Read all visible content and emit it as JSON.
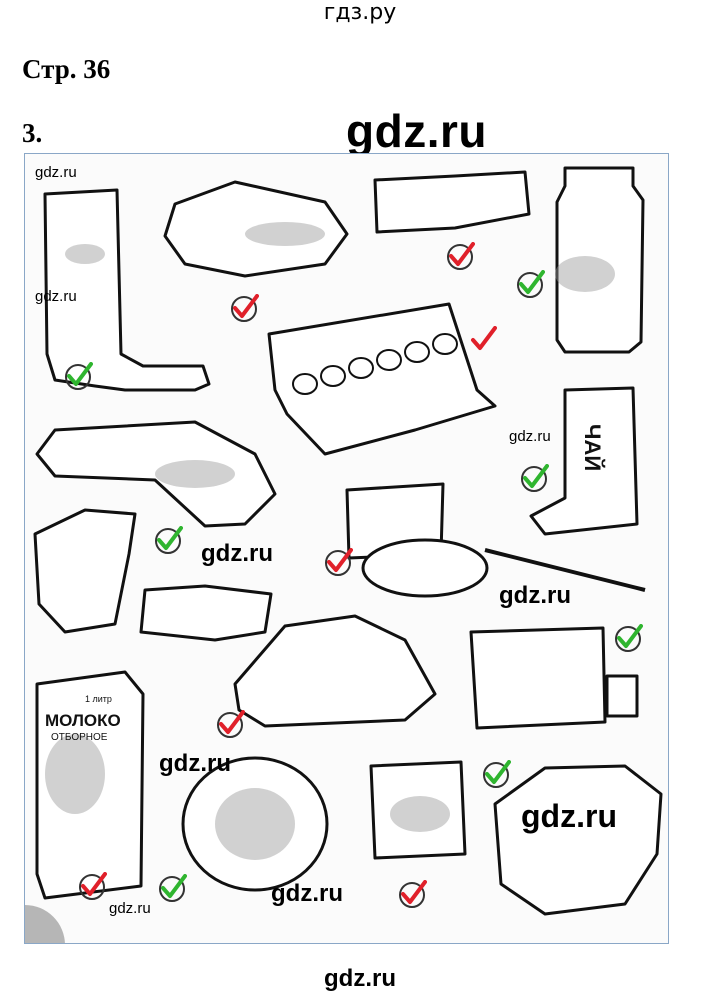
{
  "header": {
    "site_title": "гдз.ру"
  },
  "page": {
    "page_label": "Стр. 36",
    "task_label": "3."
  },
  "watermarks": {
    "big": "gdz.ru",
    "footer": "gdz.ru",
    "small_1": "gdz.ru",
    "small_2": "gdz.ru",
    "small_3": "gdz.ru",
    "small_4": "gdz.ru",
    "mid_1": "gdz.ru",
    "mid_2": "gdz.ru",
    "mid_3": "gdz.ru",
    "mid_4": "gdz.ru",
    "large_1": "gdz.ru"
  },
  "illustration": {
    "tea_box_label": "ЧАЙ",
    "milk_carton": {
      "volume_label": "1 литр",
      "title": "МОЛОКО",
      "subtitle": "ОТБОРНОЕ"
    }
  },
  "marks": {
    "green_color": "#2fb52f",
    "red_color": "#e0202a",
    "ring_color": "#333333"
  }
}
